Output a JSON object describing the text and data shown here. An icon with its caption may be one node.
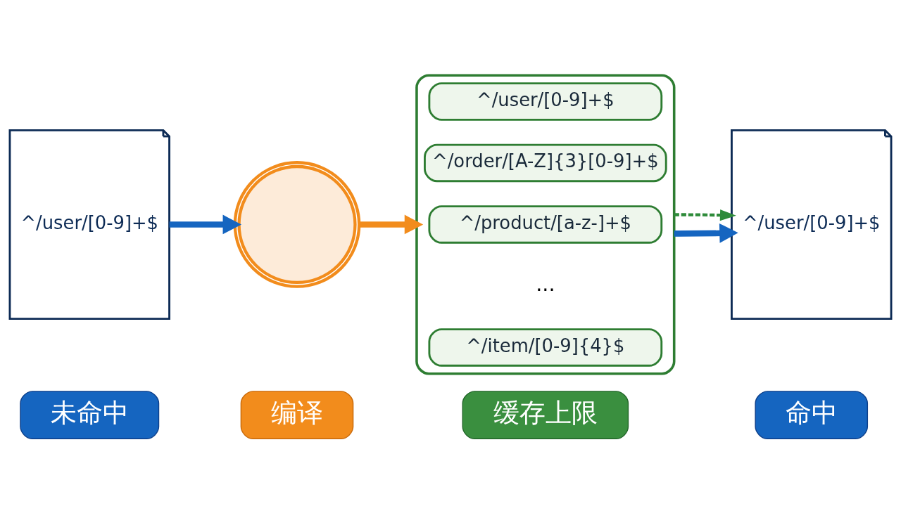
{
  "diagram": {
    "nodes": [
      {
        "text": [
          "未命中"
        ]
      },
      {
        "text": [
          "^/user/[0-9]+$"
        ]
      },
      {
        "text": [
          "编译"
        ]
      },
      {
        "text": [],
        "shape": "gear"
      },
      {
        "text": [
          "缓存上限"
        ]
      },
      {
        "text": [],
        "shape": "box"
      },
      {
        "text": [
          "^/user/[0-9]+$"
        ],
        "in": 5
      },
      {
        "text": [
          "^/order/[A-Z]{3}[0-9]+$"
        ],
        "in": 5
      },
      {
        "text": [
          "^/product/[a-z-]+$"
        ],
        "in": 5
      },
      {
        "text": [
          "^/item/[0-9]{4}$"
        ],
        "in": 5
      },
      {
        "text": [
          "命中"
        ]
      },
      {
        "text": [
          "^/user/[0-9]+$"
        ]
      }
    ],
    "edges": [
      {
        "from": 1,
        "to": 3,
        "arrow": "to",
        "color": "#1565c0"
      },
      {
        "from": 3,
        "to": 5,
        "arrow": "to",
        "color": "#f28c1c"
      },
      {
        "from": 5,
        "to": 11,
        "arrow": "to",
        "color": "#1565c0"
      },
      {
        "from": 5,
        "to": 11,
        "arrow": "to",
        "style": "dashed",
        "color": "#2e8b3a"
      }
    ],
    "labels": [
      "..."
    ]
  }
}
